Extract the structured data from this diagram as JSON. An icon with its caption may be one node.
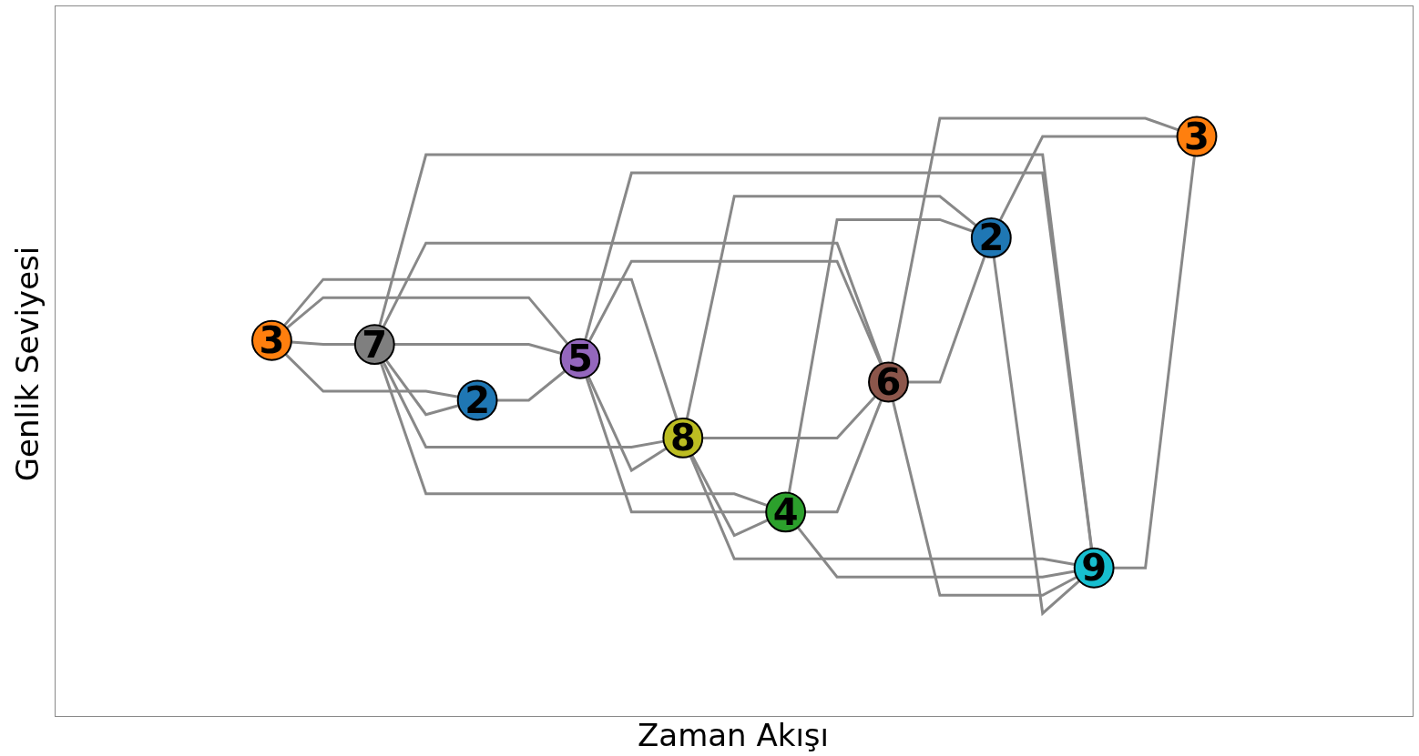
{
  "diagram": {
    "nodes": [
      {
        "text": [
          "3"
        ]
      },
      {
        "text": [
          "7"
        ]
      },
      {
        "text": [
          "2"
        ]
      },
      {
        "text": [
          "5"
        ]
      },
      {
        "text": [
          "8"
        ]
      },
      {
        "text": [
          "4"
        ]
      },
      {
        "text": [
          "6"
        ]
      },
      {
        "text": [
          "2"
        ]
      },
      {
        "text": [
          "9"
        ]
      },
      {
        "text": [
          "3"
        ]
      }
    ],
    "edges": [
      {
        "from": 0,
        "to": 1,
        "arrow": "none"
      },
      {
        "from": 0,
        "to": 2,
        "arrow": "none"
      },
      {
        "from": 0,
        "to": 3,
        "arrow": "none"
      },
      {
        "from": 0,
        "to": 4,
        "arrow": "none"
      },
      {
        "from": 1,
        "to": 2,
        "arrow": "none"
      },
      {
        "from": 1,
        "to": 3,
        "arrow": "none"
      },
      {
        "from": 1,
        "to": 4,
        "arrow": "none"
      },
      {
        "from": 1,
        "to": 5,
        "arrow": "none"
      },
      {
        "from": 1,
        "to": 6,
        "arrow": "none"
      },
      {
        "from": 1,
        "to": 8,
        "arrow": "none"
      },
      {
        "from": 2,
        "to": 3,
        "arrow": "none"
      },
      {
        "from": 3,
        "to": 4,
        "arrow": "none"
      },
      {
        "from": 3,
        "to": 5,
        "arrow": "none"
      },
      {
        "from": 3,
        "to": 6,
        "arrow": "none"
      },
      {
        "from": 3,
        "to": 8,
        "arrow": "none"
      },
      {
        "from": 4,
        "to": 5,
        "arrow": "none"
      },
      {
        "from": 4,
        "to": 6,
        "arrow": "none"
      },
      {
        "from": 4,
        "to": 7,
        "arrow": "none"
      },
      {
        "from": 4,
        "to": 8,
        "arrow": "none"
      },
      {
        "from": 5,
        "to": 6,
        "arrow": "none"
      },
      {
        "from": 5,
        "to": 7,
        "arrow": "none"
      },
      {
        "from": 5,
        "to": 8,
        "arrow": "none"
      },
      {
        "from": 6,
        "to": 7,
        "arrow": "none"
      },
      {
        "from": 6,
        "to": 8,
        "arrow": "none"
      },
      {
        "from": 6,
        "to": 9,
        "arrow": "none"
      },
      {
        "from": 7,
        "to": 8,
        "arrow": "none"
      },
      {
        "from": 7,
        "to": 9,
        "arrow": "none"
      },
      {
        "from": 8,
        "to": 9,
        "arrow": "none"
      }
    ],
    "labels": [
      "Genlik Seviyesi",
      "Zaman Akışı"
    ]
  }
}
